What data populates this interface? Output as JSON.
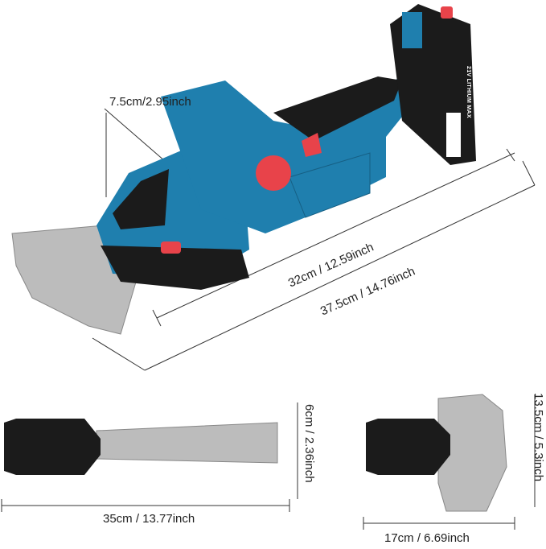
{
  "dimensions": {
    "blade_height": "7.5cm/2.95inch",
    "body_length": "32cm / 12.59inch",
    "total_length": "37.5cm / 14.76inch",
    "hedge_blade_width": "6cm / 2.36inch",
    "hedge_blade_length": "35cm / 13.77inch",
    "shear_blade_height": "13.5cm / 5.3inch",
    "shear_blade_width": "17cm / 6.69inch"
  },
  "battery": {
    "label": "21V LITHIUM MAX"
  },
  "colors": {
    "body": "#1f7fae",
    "dark": "#1b1b1b",
    "accent": "#e8434a",
    "blade": "#b9b9b9"
  }
}
